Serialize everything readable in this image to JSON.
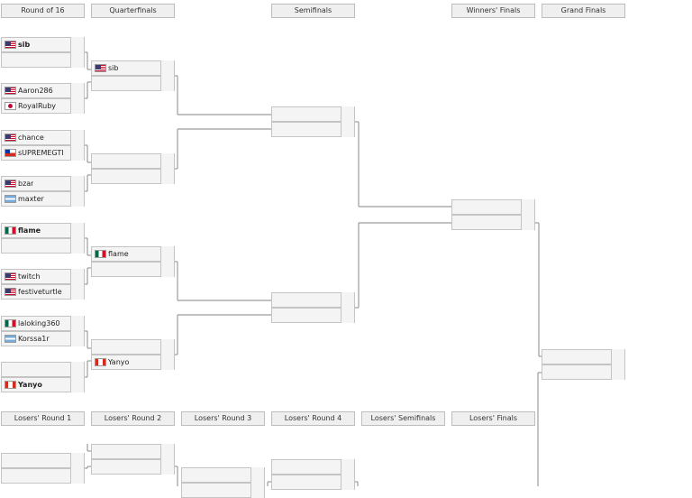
{
  "winners_headers": [
    "Round of 16",
    "Quarterfinals",
    "Semifinals",
    "Winners' Finals",
    "Grand Finals"
  ],
  "losers_headers": [
    "Losers' Round 1",
    "Losers' Round 2",
    "Losers' Round 3",
    "Losers' Round 4",
    "Losers' Semifinals",
    "Losers' Finals"
  ],
  "flag_icons": {
    "us": "us-flag-icon",
    "jp": "japan-flag-icon",
    "cl": "chile-flag-icon",
    "ar": "argentina-flag-icon",
    "mx": "mexico-flag-icon",
    "ca": "canada-flag-icon"
  },
  "matches": [
    {
      "id": "r16-1",
      "slots": [
        {
          "name": "sib",
          "flag": "us",
          "win": true
        },
        {
          "name": "",
          "flag": "",
          "win": false
        }
      ]
    },
    {
      "id": "r16-2",
      "slots": [
        {
          "name": "Aaron286",
          "flag": "us",
          "win": false
        },
        {
          "name": "RoyalRuby",
          "flag": "jp",
          "win": false
        }
      ]
    },
    {
      "id": "r16-3",
      "slots": [
        {
          "name": "chance",
          "flag": "us",
          "win": false
        },
        {
          "name": "sUPREMEGTI",
          "flag": "cl",
          "win": false
        }
      ]
    },
    {
      "id": "r16-4",
      "slots": [
        {
          "name": "bzar",
          "flag": "us",
          "win": false
        },
        {
          "name": "maxter",
          "flag": "ar",
          "win": false
        }
      ]
    },
    {
      "id": "r16-5",
      "slots": [
        {
          "name": "flame",
          "flag": "mx",
          "win": true
        },
        {
          "name": "",
          "flag": "",
          "win": false
        }
      ]
    },
    {
      "id": "r16-6",
      "slots": [
        {
          "name": "twitch",
          "flag": "us",
          "win": false
        },
        {
          "name": "festiveturtle",
          "flag": "us",
          "win": false
        }
      ]
    },
    {
      "id": "r16-7",
      "slots": [
        {
          "name": "laloking360",
          "flag": "mx",
          "win": false
        },
        {
          "name": "Korssa1r",
          "flag": "ar",
          "win": false
        }
      ]
    },
    {
      "id": "r16-8",
      "slots": [
        {
          "name": "",
          "flag": "",
          "win": false
        },
        {
          "name": "Yanyo",
          "flag": "ca",
          "win": true
        }
      ]
    },
    {
      "id": "qf-1",
      "slots": [
        {
          "name": "sib",
          "flag": "us",
          "win": false
        },
        {
          "name": "",
          "flag": "",
          "win": false
        }
      ]
    },
    {
      "id": "qf-2",
      "slots": [
        {
          "name": "",
          "flag": "",
          "win": false
        },
        {
          "name": "",
          "flag": "",
          "win": false
        }
      ]
    },
    {
      "id": "qf-3",
      "slots": [
        {
          "name": "flame",
          "flag": "mx",
          "win": false
        },
        {
          "name": "",
          "flag": "",
          "win": false
        }
      ]
    },
    {
      "id": "qf-4",
      "slots": [
        {
          "name": "",
          "flag": "",
          "win": false
        },
        {
          "name": "Yanyo",
          "flag": "ca",
          "win": false
        }
      ]
    },
    {
      "id": "sf-1",
      "slots": [
        {
          "name": "",
          "flag": "",
          "win": false
        },
        {
          "name": "",
          "flag": "",
          "win": false
        }
      ]
    },
    {
      "id": "sf-2",
      "slots": [
        {
          "name": "",
          "flag": "",
          "win": false
        },
        {
          "name": "",
          "flag": "",
          "win": false
        }
      ]
    },
    {
      "id": "wf",
      "slots": [
        {
          "name": "",
          "flag": "",
          "win": false
        },
        {
          "name": "",
          "flag": "",
          "win": false
        }
      ]
    },
    {
      "id": "gf",
      "slots": [
        {
          "name": "",
          "flag": "",
          "win": false
        },
        {
          "name": "",
          "flag": "",
          "win": false
        }
      ]
    },
    {
      "id": "lr1-1",
      "slots": [
        {
          "name": "",
          "flag": "",
          "win": false
        },
        {
          "name": "",
          "flag": "",
          "win": false
        }
      ]
    },
    {
      "id": "lr2-1",
      "slots": [
        {
          "name": "",
          "flag": "",
          "win": false
        },
        {
          "name": "",
          "flag": "",
          "win": false
        }
      ]
    },
    {
      "id": "lr3-1",
      "slots": [
        {
          "name": "",
          "flag": "",
          "win": false
        },
        {
          "name": "",
          "flag": "",
          "win": false
        }
      ]
    },
    {
      "id": "lr4-1",
      "slots": [
        {
          "name": "",
          "flag": "",
          "win": false
        },
        {
          "name": "",
          "flag": "",
          "win": false
        }
      ]
    }
  ]
}
